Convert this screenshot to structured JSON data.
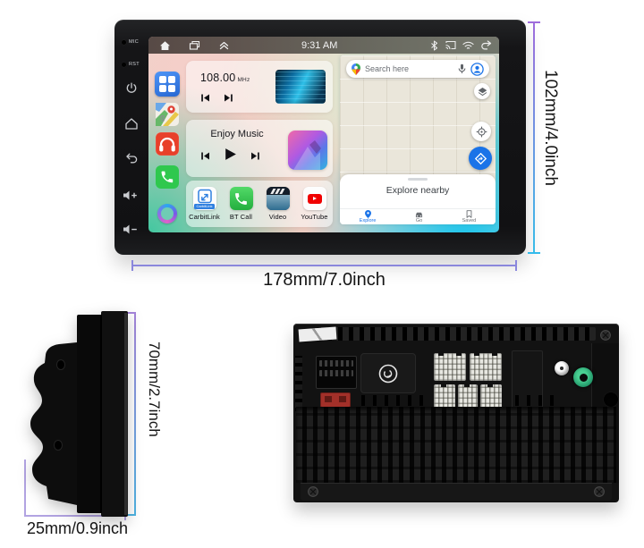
{
  "product": {
    "front": {
      "bezel": {
        "mic_label": "MIC",
        "rst_label": "RST"
      },
      "statusbar": {
        "time": "9:31 AM"
      },
      "launcher": {
        "radio": {
          "frequency": "108.00",
          "unit": "MHz"
        },
        "music": {
          "title": "Enjoy Music"
        },
        "apps": [
          {
            "label": "CarbitLink",
            "badge": "CarbitLink"
          },
          {
            "label": "BT Call"
          },
          {
            "label": "Video"
          },
          {
            "label": "YouTube"
          }
        ]
      },
      "maps": {
        "search_placeholder": "Search here",
        "sheet_title": "Explore nearby",
        "nav": [
          {
            "label": "Explore"
          },
          {
            "label": "Go"
          },
          {
            "label": "Saved"
          }
        ]
      }
    },
    "dimensions": {
      "width": "178mm/7.0inch",
      "height": "102mm/4.0inch",
      "depth_height": "70mm/2.7inch",
      "depth": "25mm/0.9inch"
    }
  },
  "icons": {
    "statusbar_left": [
      "home-icon",
      "recents-icon",
      "expand-up-icon"
    ],
    "statusbar_right": [
      "bluetooth-icon",
      "screen-cast-icon",
      "wifi-icon",
      "return-icon"
    ],
    "bezel": [
      "mic-hole",
      "reset-hole",
      "power-icon",
      "home-icon",
      "back-icon",
      "volume-up-icon",
      "volume-down-icon"
    ],
    "launcher_sidebar": [
      "app-grid-icon",
      "google-maps-icon",
      "headphones-icon",
      "phone-icon",
      "assistant-ring-icon"
    ],
    "maps": [
      "google-pin-icon",
      "mic-icon",
      "account-icon",
      "layers-icon",
      "locate-icon",
      "directions-icon",
      "explore-pin-icon",
      "go-car-icon",
      "saved-bookmark-icon"
    ]
  },
  "colors": {
    "accent_blue": "#1a73e8",
    "dim_purple": "#9f6cdc",
    "dim_cyan": "#38bce8",
    "wallpaper_cyan": "#12c5ee",
    "fuse_red": "#a23029",
    "connector_green": "#22986a"
  }
}
